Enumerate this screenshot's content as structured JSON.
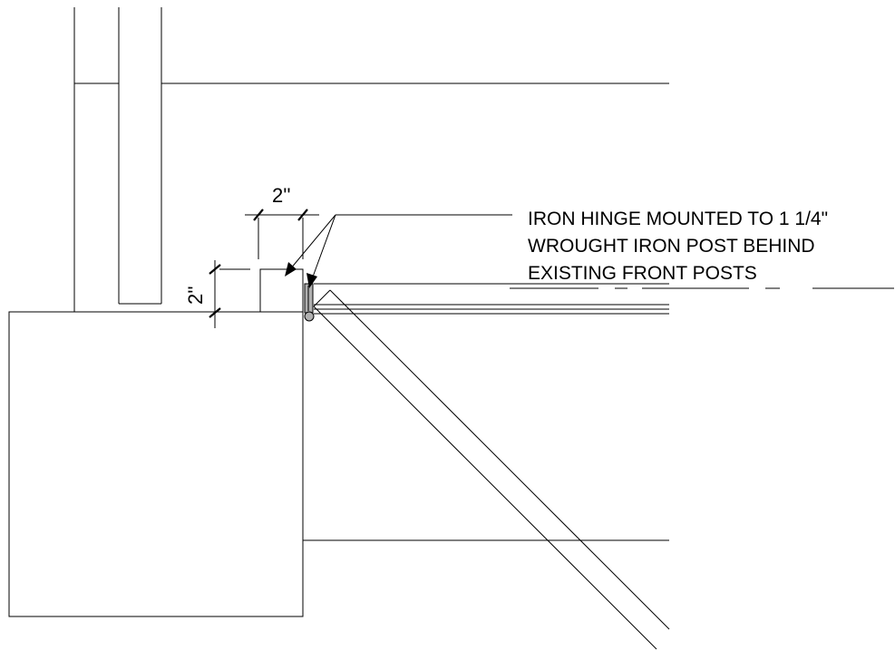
{
  "drawing": {
    "dimension_horizontal": "2''",
    "dimension_vertical": "2''",
    "callout": {
      "line1": "IRON HINGE MOUNTED TO 1 1/4\"",
      "line2": "WROUGHT IRON POST BEHIND",
      "line3": "EXISTING FRONT POSTS"
    }
  },
  "colors": {
    "line": "#000000",
    "hinge_fill": "#b0b0b0",
    "background": "#ffffff"
  }
}
